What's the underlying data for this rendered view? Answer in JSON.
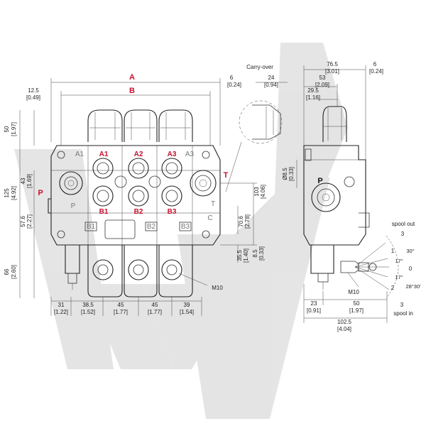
{
  "colors": {
    "port_label": "#c8102e",
    "line": "#222222",
    "watermark": "#d8d8d8"
  },
  "labels": {
    "carry_over": "Carry-over",
    "A": "A",
    "B": "B",
    "A1": "A1",
    "A2": "A2",
    "A3": "A3",
    "B1": "B1",
    "B2": "B2",
    "B3": "B3",
    "P": "P",
    "T": "T",
    "P_side": "P",
    "M10_front": "M10",
    "M10_side": "M10",
    "spool_out": "spool out",
    "spool_in": "spool in",
    "pos_3_top": "3",
    "pos_1": "1",
    "pos_0": "0",
    "pos_2": "2",
    "pos_3_bottom": "3",
    "ang_30": "30°",
    "ang_17a": "17°",
    "ang_17b": "17°",
    "ang_28": "28°30'",
    "ghost_A1": "A1",
    "ghost_A3": "A3",
    "ghost_B1": "B1",
    "ghost_B2": "B2",
    "ghost_B3": "B3",
    "ghost_P": "P",
    "ghost_T": "T",
    "ghost_C": "C"
  },
  "dimensions": {
    "d_12_5": "12.5",
    "d_12_5_in": "[0.49]",
    "d_6a": "6",
    "d_6a_in": "[0.24]",
    "d_24": "24",
    "d_24_in": "[0.94]",
    "d_50": "50",
    "d_50_in": "[1.97]",
    "d_43": "43",
    "d_43_in": "[1.69]",
    "d_125": "125",
    "d_125_in": "[4.92]",
    "d_57_6": "57.6",
    "d_57_6_in": "[2.27]",
    "d_66": "66",
    "d_66_in": "[2.60]",
    "d_70_6": "70.6",
    "d_70_6_in": "[2.78]",
    "d_103": "103",
    "d_103_in": "[4.06]",
    "d_35_5": "35.5",
    "d_35_5_in": "[1.40]",
    "d_8_5": "8.5",
    "d_8_5_in": "[0.33]",
    "b_31": "31",
    "b_31_in": "[1.22]",
    "b_38_5": "38.5",
    "b_38_5_in": "[1.52]",
    "b_45a": "45",
    "b_45a_in": "[1.77]",
    "b_45b": "45",
    "b_45b_in": "[1.77]",
    "b_39": "39",
    "b_39_in": "[1.54]",
    "s_76_5": "76.5",
    "s_76_5_in": "[3.01]",
    "s_6": "6",
    "s_6_in": "[0.24]",
    "s_53": "53",
    "s_53_in": "[2.09]",
    "s_29_5": "29.5",
    "s_29_5_in": "[1.16]",
    "s_phi8_5": "Ø8.5",
    "s_phi8_5_in": "[0.33]",
    "s_23": "23",
    "s_23_in": "[0.91]",
    "s_50": "50",
    "s_50_in": "[1.97]",
    "s_102_5": "102.5",
    "s_102_5_in": "[4.04]"
  }
}
